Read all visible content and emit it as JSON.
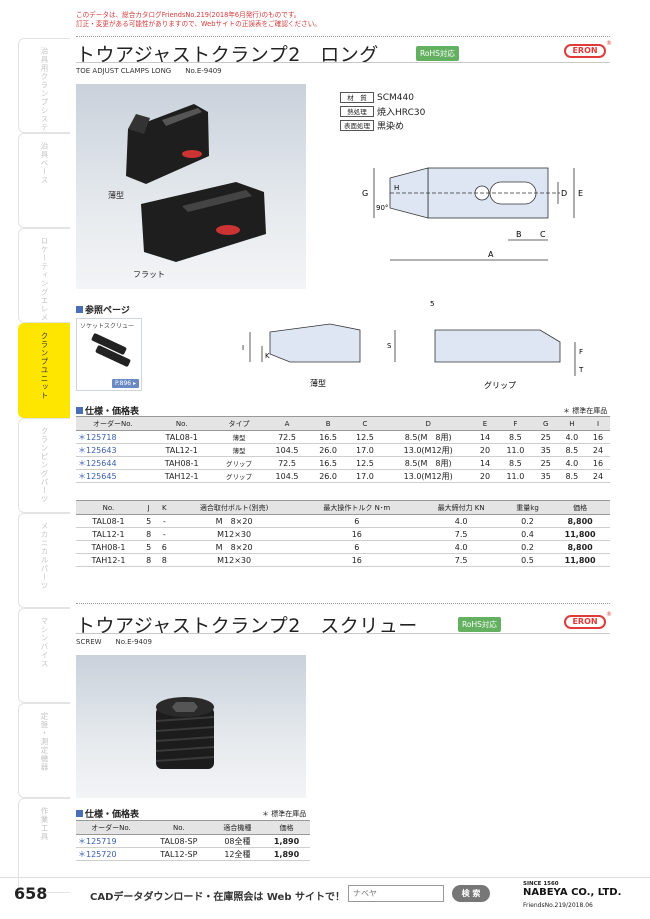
{
  "notice": {
    "line1": "このデータは、総合カタログFriendsNo.219(2018年6月発行)のものです。",
    "line2": "訂正・変更がある可能性がありますので、Webサイトの正誤表をご確認ください。"
  },
  "side_tabs": [
    "治具用クランプシステム(ローロック)",
    "治具ベース",
    "ロケーティングエレメント",
    "クランプユニット",
    "クランピングパーツ",
    "メカニカルパーツ",
    "マシンバイス",
    "定盤・測定機器",
    "作業工具"
  ],
  "section1": {
    "title": "トウアジャストクランプ2　ロング",
    "rohs": "RoHS対応",
    "subtitle": "TOE ADJUST CLAMPS LONG　　No.E-9409",
    "brand": "ERON",
    "photo_labels": [
      "薄型",
      "フラット"
    ],
    "specs": [
      {
        "k": "材　質",
        "v": "SCM440"
      },
      {
        "k": "熱処理",
        "v": "焼入HRC30"
      },
      {
        "k": "表面処理",
        "v": "黒染め"
      }
    ],
    "ref_heading": "参照ページ",
    "ref_caption": "ソケットスクリュー",
    "ref_page": "P.896 ▸",
    "drawing_labels": {
      "thin": "薄型",
      "grip": "グリップ",
      "A": "A",
      "B": "B",
      "C": "C",
      "D": "D",
      "E": "E",
      "G": "G",
      "H": "H",
      "angle": "90°",
      "I": "I",
      "K": "K",
      "S": "S",
      "F": "F",
      "T": "T",
      "five": "5"
    },
    "price_heading": "仕様・価格表",
    "stock_note": "＊ 標準在庫品",
    "table1_headers": [
      "オーダーNo.",
      "No.",
      "タイプ",
      "A",
      "B",
      "C",
      "D",
      "E",
      "F",
      "G",
      "H",
      "I"
    ],
    "table1_rows": [
      [
        "＊125718",
        "TAL08-1",
        "薄型",
        "72.5",
        "16.5",
        "12.5",
        "8.5(M　8用)",
        "14",
        "8.5",
        "25",
        "4.0",
        "16"
      ],
      [
        "＊125643",
        "TAL12-1",
        "薄型",
        "104.5",
        "26.0",
        "17.0",
        "13.0(M12用)",
        "20",
        "11.0",
        "35",
        "8.5",
        "24"
      ],
      [
        "＊125644",
        "TAH08-1",
        "グリップ",
        "72.5",
        "16.5",
        "12.5",
        "8.5(M　8用)",
        "14",
        "8.5",
        "25",
        "4.0",
        "16"
      ],
      [
        "＊125645",
        "TAH12-1",
        "グリップ",
        "104.5",
        "26.0",
        "17.0",
        "13.0(M12用)",
        "20",
        "11.0",
        "35",
        "8.5",
        "24"
      ]
    ],
    "table2_headers": [
      "No.",
      "J",
      "K",
      "適合取付ボルト(別売)",
      "最大操作トルク N･m",
      "最大締付力 KN",
      "重量kg",
      "価格"
    ],
    "table2_rows": [
      [
        "TAL08-1",
        "5",
        "-",
        "M　8×20",
        "6",
        "4.0",
        "0.2",
        "8,800"
      ],
      [
        "TAL12-1",
        "8",
        "-",
        "M12×30",
        "16",
        "7.5",
        "0.4",
        "11,800"
      ],
      [
        "TAH08-1",
        "5",
        "6",
        "M　8×20",
        "6",
        "4.0",
        "0.2",
        "8,800"
      ],
      [
        "TAH12-1",
        "8",
        "8",
        "M12×30",
        "16",
        "7.5",
        "0.5",
        "11,800"
      ]
    ]
  },
  "section2": {
    "title": "トウアジャストクランプ2　スクリュー",
    "rohs": "RoHS対応",
    "subtitle": "SCREW　　No.E-9409",
    "brand": "ERON",
    "price_heading": "仕様・価格表",
    "stock_note": "＊ 標準在庫品",
    "table_headers": [
      "オーダーNo.",
      "No.",
      "適合機種",
      "価格"
    ],
    "table_rows": [
      [
        "＊125719",
        "TAL08-SP",
        "08全種",
        "1,890"
      ],
      [
        "＊125720",
        "TAL12-SP",
        "12全種",
        "1,890"
      ]
    ]
  },
  "footer": {
    "page_number": "658",
    "cad_text": "CADデータダウンロード・在庫照会は Web サイトで！",
    "search_placeholder": "ナベヤ",
    "search_button": "検 索",
    "logo_since": "SINCE 1560",
    "logo_name": "NABEYA CO., LTD.",
    "edition": "FriendsNo.219/2018.06"
  }
}
